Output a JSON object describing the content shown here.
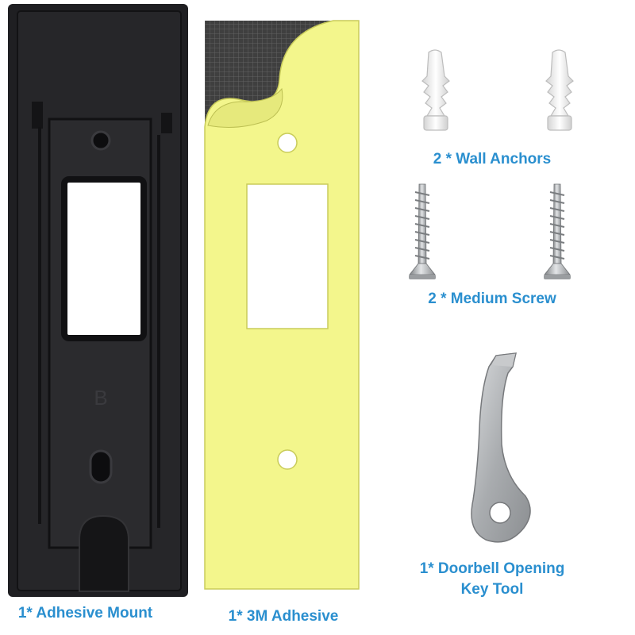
{
  "labels": {
    "mount": "1* Adhesive Mount",
    "adhesive": "1* 3M Adhesive",
    "anchors": "2 * Wall Anchors",
    "screw": "2 * Medium Screw",
    "key_line1": "1* Doorbell Opening",
    "key_line2": "Key Tool"
  },
  "mount_embossed_letter": "B",
  "colors": {
    "label_blue": "#2a8fcf",
    "mount_black": "#1f1f22",
    "adhesive_yellow": "#f3f68c",
    "backing_gray": "#4a4a4a",
    "metal": "#b9bcbf",
    "anchor_white": "#f1f1f1"
  }
}
